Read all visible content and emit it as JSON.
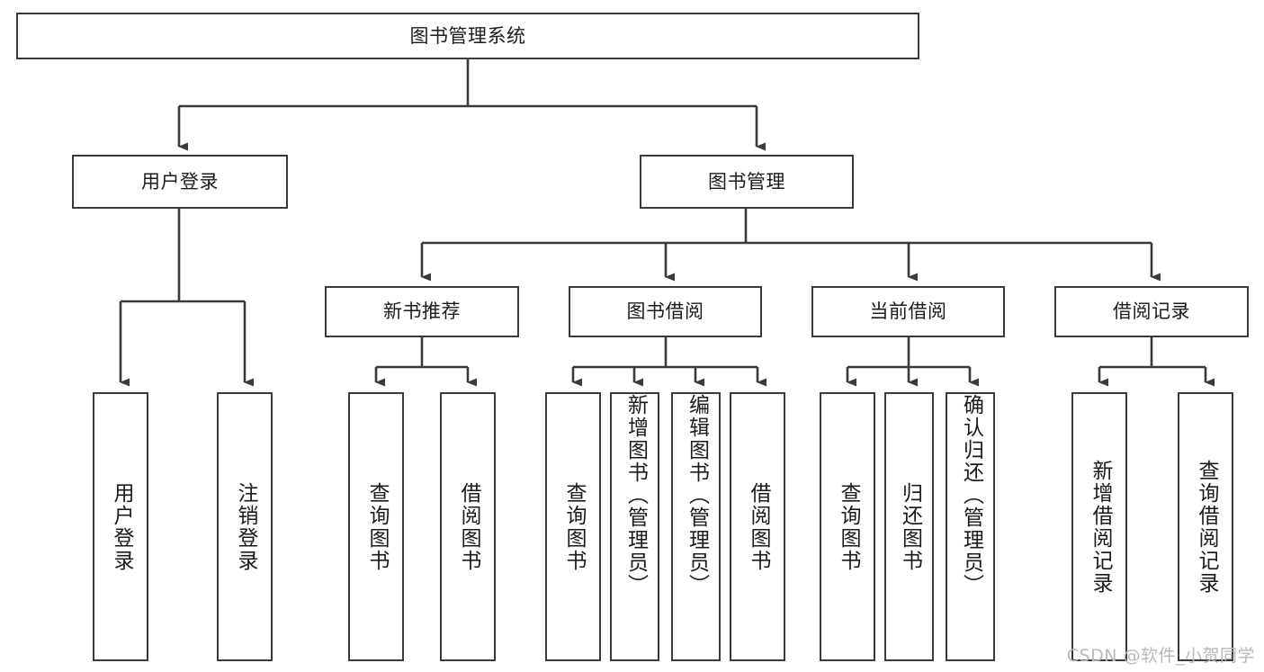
{
  "diagram": {
    "title": "图书管理系统",
    "type": "hierarchy-tree",
    "watermark": "CSDN @软件_小贺同学",
    "colors": {
      "border": "#3a3a3a",
      "text": "#1b1b1b",
      "background": "#ffffff",
      "watermark": "#b9b9b9"
    },
    "levels": {
      "level1": "图书管理系统",
      "level2": [
        "用户登录",
        "图书管理"
      ],
      "level3": [
        "新书推荐",
        "图书借阅",
        "当前借阅",
        "借阅记录"
      ]
    },
    "nodes": {
      "root": {
        "label": "图书管理系统"
      },
      "user_login": {
        "label": "用户登录"
      },
      "book_mgmt": {
        "label": "图书管理"
      },
      "new_book_rec": {
        "label": "新书推荐"
      },
      "book_borrow": {
        "label": "图书借阅"
      },
      "current_borrow": {
        "label": "当前借阅"
      },
      "borrow_record": {
        "label": "借阅记录"
      },
      "leaf_user_login": {
        "label": "用户登录"
      },
      "leaf_logout": {
        "label": "注销登录"
      },
      "leaf_query_book_1": {
        "label": "查询图书"
      },
      "leaf_borrow_book_1": {
        "label": "借阅图书"
      },
      "leaf_query_book_2": {
        "label": "查询图书"
      },
      "leaf_add_book": {
        "label": "新增图书（管理员）"
      },
      "leaf_edit_book": {
        "label": "编辑图书（管理员）"
      },
      "leaf_borrow_book_2": {
        "label": "借阅图书"
      },
      "leaf_query_book_3": {
        "label": "查询图书"
      },
      "leaf_return_book": {
        "label": "归还图书"
      },
      "leaf_confirm_return": {
        "label": "确认归还（管理员）"
      },
      "leaf_add_record": {
        "label": "新增借阅记录"
      },
      "leaf_query_record": {
        "label": "查询借阅记录"
      }
    }
  }
}
